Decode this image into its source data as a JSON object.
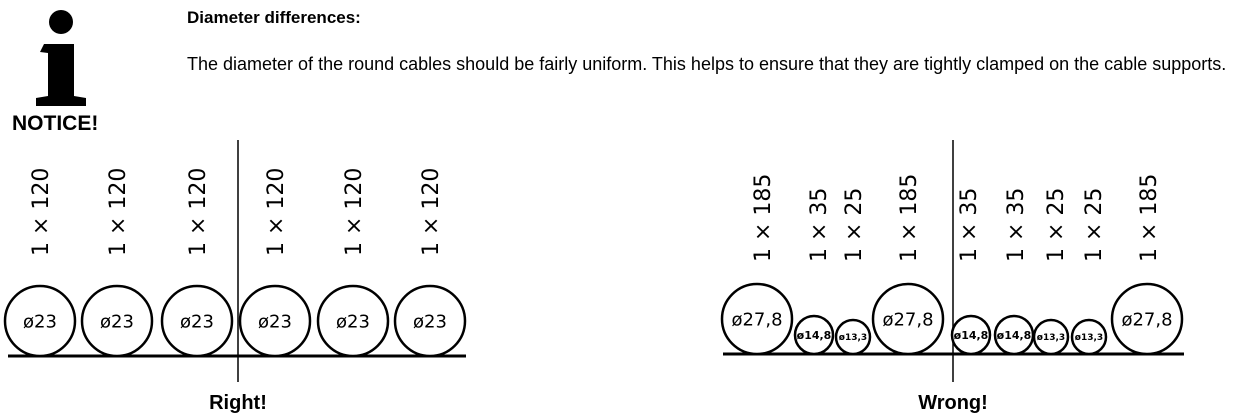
{
  "notice": {
    "icon": "info-i-icon",
    "label": "NOTICE!",
    "heading": "Diameter differences:",
    "body": "The diameter of the round cables should be fairly uniform. This helps to ensure that they are tightly clamped on the cable supports."
  },
  "right_example": {
    "caption": "Right!",
    "cables": [
      {
        "spec": "1 × 120",
        "diameter": "ø23"
      },
      {
        "spec": "1 × 120",
        "diameter": "ø23"
      },
      {
        "spec": "1 × 120",
        "diameter": "ø23"
      },
      {
        "spec": "1 × 120",
        "diameter": "ø23"
      },
      {
        "spec": "1 × 120",
        "diameter": "ø23"
      },
      {
        "spec": "1 × 120",
        "diameter": "ø23"
      }
    ]
  },
  "wrong_example": {
    "caption": "Wrong!",
    "cables": [
      {
        "spec": "1 × 185",
        "diameter": "ø27,8"
      },
      {
        "spec": "1 × 35",
        "diameter": "ø14,8"
      },
      {
        "spec": "1 × 25",
        "diameter": "ø13,3"
      },
      {
        "spec": "1 × 185",
        "diameter": "ø27,8"
      },
      {
        "spec": "1 × 35",
        "diameter": "ø14,8"
      },
      {
        "spec": "1 × 35",
        "diameter": "ø14,8"
      },
      {
        "spec": "1 × 25",
        "diameter": "ø13,3"
      },
      {
        "spec": "1 × 25",
        "diameter": "ø13,3"
      },
      {
        "spec": "1 × 185",
        "diameter": "ø27,8"
      }
    ]
  }
}
